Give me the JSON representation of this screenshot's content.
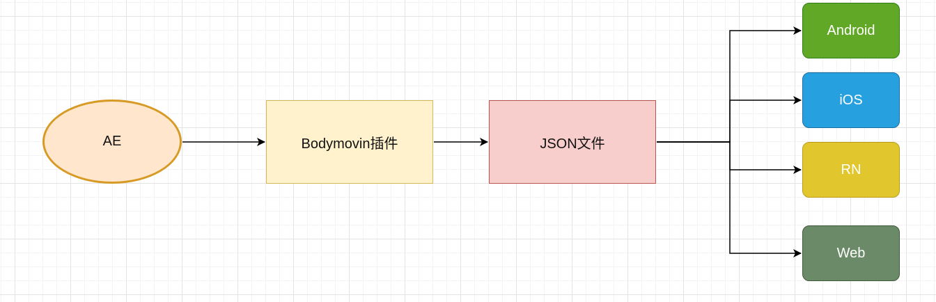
{
  "diagram": {
    "nodes": {
      "ae": {
        "label": "AE",
        "fill": "#ffe6cc",
        "stroke": "#d79b25"
      },
      "bodymovin": {
        "label": "Bodymovin插件",
        "fill": "#fff2cc",
        "stroke": "#d6b656"
      },
      "json": {
        "label": "JSON文件",
        "fill": "#f8cecc",
        "stroke": "#b85450"
      },
      "android": {
        "label": "Android",
        "fill": "#60a825",
        "stroke": "#2e7d1a"
      },
      "ios": {
        "label": "iOS",
        "fill": "#27a0e0",
        "stroke": "#1a6ea3"
      },
      "rn": {
        "label": "RN",
        "fill": "#e1c72d",
        "stroke": "#b89c18"
      },
      "web": {
        "label": "Web",
        "fill": "#6b8a67",
        "stroke": "#3f5a3b"
      }
    },
    "edges": [
      {
        "from": "AE",
        "to": "Bodymovin插件"
      },
      {
        "from": "Bodymovin插件",
        "to": "JSON文件"
      },
      {
        "from": "JSON文件",
        "to": "Android"
      },
      {
        "from": "JSON文件",
        "to": "iOS"
      },
      {
        "from": "JSON文件",
        "to": "RN"
      },
      {
        "from": "JSON文件",
        "to": "Web"
      }
    ]
  }
}
